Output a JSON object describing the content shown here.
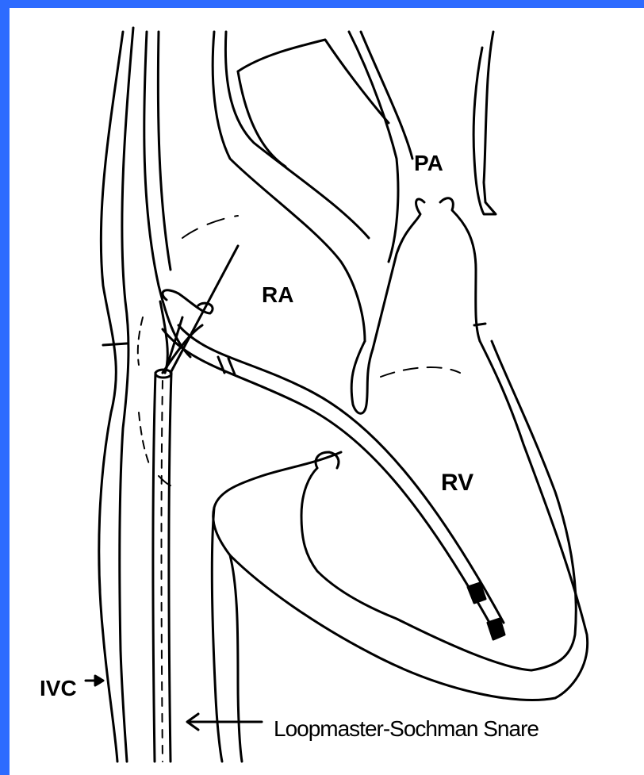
{
  "labels": {
    "pa": "PA",
    "ra": "RA",
    "rv": "RV",
    "ivc": "IVC",
    "snare": "Loopmaster-Sochman Snare"
  },
  "colors": {
    "border": "#2d6bff",
    "background": "#ffffff",
    "ink": "#000000"
  }
}
